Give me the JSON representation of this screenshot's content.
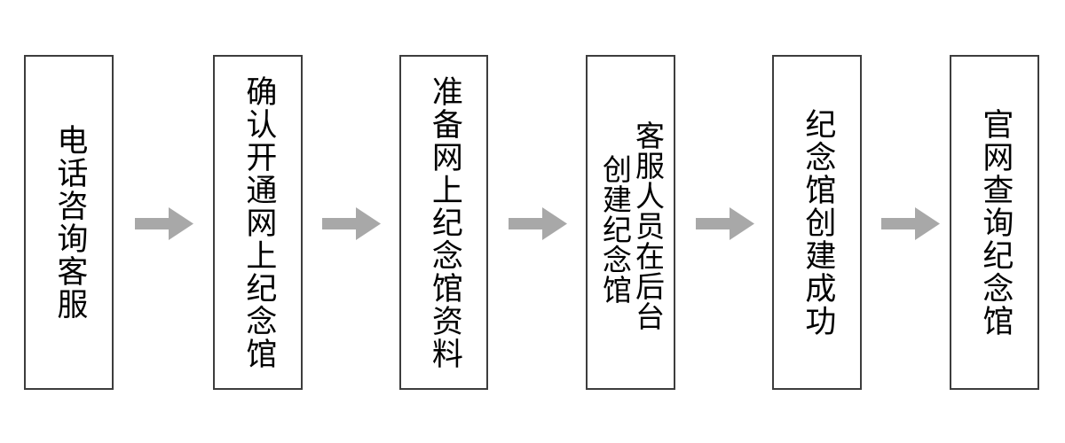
{
  "diagram": {
    "type": "horizontal-process-flow",
    "background_color": "#ffffff",
    "box_border_color": "#3d3d3d",
    "text_color": "#000000",
    "arrow_color": "#a8a8a8",
    "text_direction": "vertical-rl",
    "step_count": 6,
    "arrow_count": 5,
    "steps": [
      {
        "index": 1,
        "full_text": "电话咨询客服",
        "columns": [
          "电话咨询客服"
        ],
        "layout": "single-column"
      },
      {
        "index": 2,
        "full_text": "确认开通网上纪念馆",
        "columns": [
          "确认开通网上纪念馆"
        ],
        "layout": "single-column"
      },
      {
        "index": 3,
        "full_text": "准备网上纪念馆资料",
        "columns": [
          "准备网上纪念馆资料"
        ],
        "layout": "single-column"
      },
      {
        "index": 4,
        "full_text": "客服人员在后台创建纪念馆",
        "columns": [
          "客服人员在后台",
          "创建纪念馆"
        ],
        "layout": "two-column"
      },
      {
        "index": 5,
        "full_text": "纪念馆创建成功",
        "columns": [
          "纪念馆创建成功"
        ],
        "layout": "single-column"
      },
      {
        "index": 6,
        "full_text": "官网查询纪念馆",
        "columns": [
          "官网查询纪念馆"
        ],
        "layout": "single-column"
      }
    ],
    "arrows": [
      {
        "index": 1,
        "from_step": 1,
        "to_step": 2,
        "direction": "right"
      },
      {
        "index": 2,
        "from_step": 2,
        "to_step": 3,
        "direction": "right"
      },
      {
        "index": 3,
        "from_step": 3,
        "to_step": 4,
        "direction": "right"
      },
      {
        "index": 4,
        "from_step": 4,
        "to_step": 5,
        "direction": "right"
      },
      {
        "index": 5,
        "from_step": 5,
        "to_step": 6,
        "direction": "right"
      }
    ]
  }
}
